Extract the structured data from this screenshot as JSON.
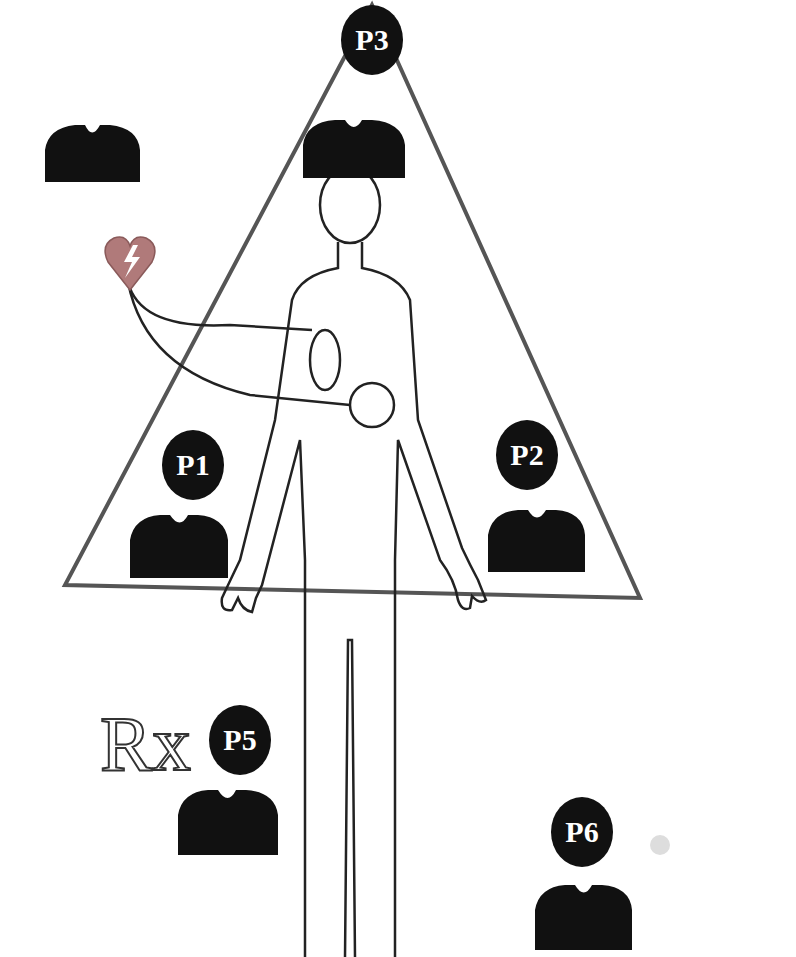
{
  "diagram": {
    "nodes": [
      {
        "text": [
          "P3"
        ]
      },
      {
        "text": [
          "P1"
        ]
      },
      {
        "text": [
          "P2"
        ]
      },
      {
        "text": [
          "P5"
        ]
      },
      {
        "text": [
          "P6"
        ]
      }
    ],
    "labels": [
      "Rx"
    ]
  }
}
